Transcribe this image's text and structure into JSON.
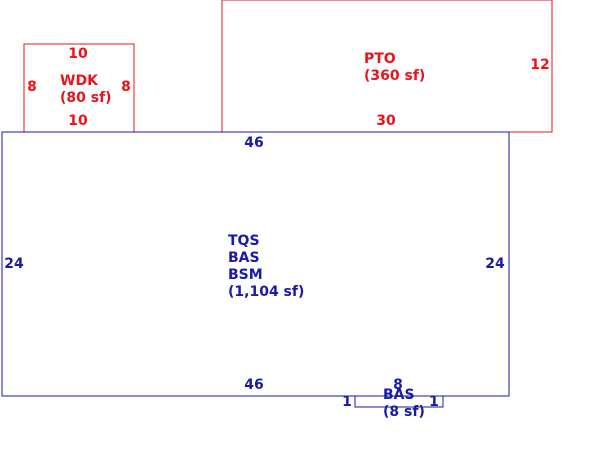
{
  "colors": {
    "red": "#e8141c",
    "blue": "#1a1aa8"
  },
  "wdk": {
    "code": "WDK",
    "area": "(80 sf)",
    "dim_top": "10",
    "dim_bottom": "10",
    "dim_left": "8",
    "dim_right": "8"
  },
  "pto": {
    "code": "PTO",
    "area": "(360 sf)",
    "dim_bottom": "30",
    "dim_right": "12"
  },
  "main": {
    "code1": "TQS",
    "code2": "BAS",
    "code3": "BSM",
    "area": "(1,104 sf)",
    "dim_top": "46",
    "dim_bottom": "46",
    "dim_left": "24",
    "dim_right": "24"
  },
  "bas_small": {
    "code": "BAS",
    "area": "(8 sf)",
    "dim_top": "8",
    "dim_left": "1",
    "dim_right": "1"
  }
}
